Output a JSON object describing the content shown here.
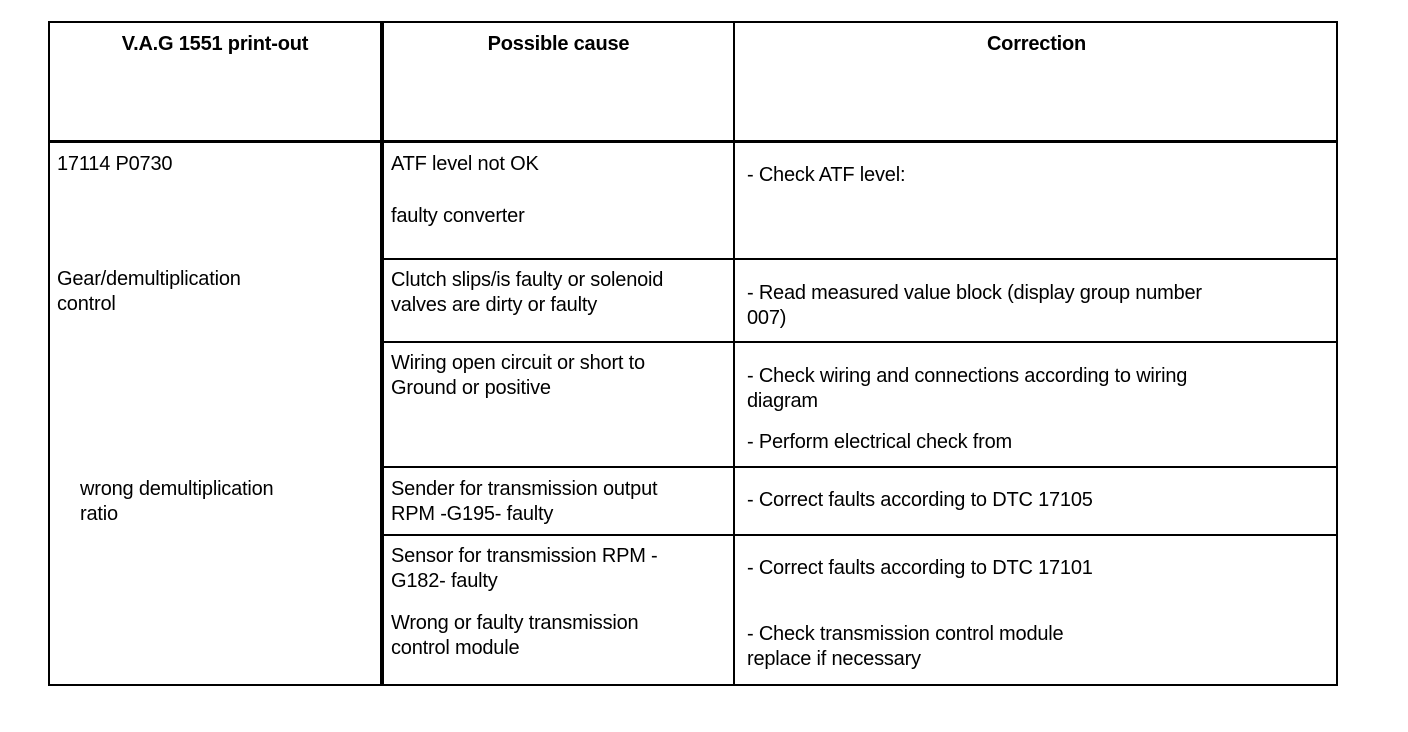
{
  "headers": {
    "printout": "V.A.G 1551 print-out",
    "cause": "Possible cause",
    "correction": "Correction"
  },
  "printout": {
    "code": "17114 P0730",
    "desc_line1": "Gear/demultiplication",
    "desc_line2": "control",
    "sub_line1": "wrong demultiplication",
    "sub_line2": "ratio"
  },
  "rows": [
    {
      "cause": [
        "ATF level not OK",
        "faulty converter"
      ],
      "correction": [
        "- Check ATF level:"
      ]
    },
    {
      "cause": [
        "Clutch slips/is faulty or solenoid",
        "valves are dirty or faulty"
      ],
      "correction": [
        "- Read measured value block (display group number",
        "007)"
      ]
    },
    {
      "cause": [
        "Wiring open circuit or short to",
        "Ground or positive"
      ],
      "correction": [
        "- Check wiring and connections according to wiring",
        "diagram",
        "- Perform electrical check from"
      ]
    },
    {
      "cause": [
        "Sender for transmission output",
        "RPM -G195- faulty"
      ],
      "correction": [
        "- Correct faults according to DTC 17105"
      ]
    },
    {
      "cause": [
        "Sensor for transmission RPM -",
        "G182- faulty",
        "Wrong or faulty transmission",
        "control module"
      ],
      "correction": [
        "- Correct faults according to DTC 17101",
        "- Check transmission control module",
        "replace if necessary"
      ]
    }
  ]
}
